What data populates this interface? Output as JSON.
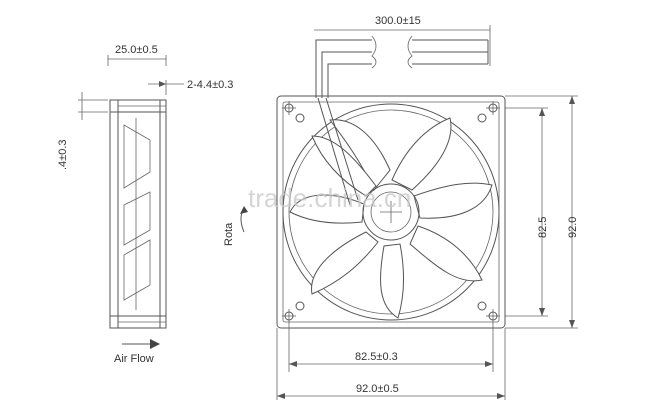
{
  "side_view": {
    "width_label": "25.0±0.5",
    "hole_label": "2-4.4±0.3",
    "vertical_label": ".4±0.3",
    "air_flow_label": "Air Flow"
  },
  "front_view": {
    "cable_length_label": "300.0±15",
    "hole_spacing_h_label": "82.5±0.3",
    "overall_width_label": "92.0±0.5",
    "hole_spacing_v_label": "82.5",
    "overall_height_label": "92.0",
    "rotation_label": "Rota"
  },
  "watermark": {
    "text": "trade.china.cn"
  },
  "colors": {
    "line": "#555555",
    "text": "#333333",
    "watermark": "#c8c8c8"
  }
}
